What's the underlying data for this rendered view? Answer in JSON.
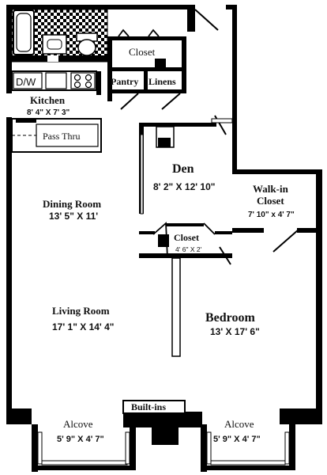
{
  "labels": {
    "closet_top": "Closet",
    "pantry": "Pantry",
    "linens": "Linens",
    "dw": "D/W",
    "kitchen": "Kitchen",
    "kitchen_dims": "8' 4\" X 7' 3\"",
    "pass_thru": "Pass Thru",
    "den": "Den",
    "den_dims": "8' 2\" X 12' 10\"",
    "walkin_line1": "Walk-in",
    "walkin_line2": "Closet",
    "walkin_dims": "7' 10\" x 4' 7\"",
    "dining": "Dining Room",
    "dining_dims": "13' 5\" X 11'",
    "closet_den": "Closet",
    "closet_den_dims": "4' 6\" X 2'",
    "living": "Living Room",
    "living_dims": "17' 1\" X 14' 4\"",
    "bedroom": "Bedroom",
    "bedroom_dims": "13' X 17' 6\"",
    "builtins": "Built-ins",
    "alcove_left": "Alcove",
    "alcove_left_dims": "5' 9\" X 4' 7\"",
    "alcove_right": "Alcove",
    "alcove_right_dims": "5' 9\" X 4' 7\""
  },
  "colors": {
    "wall": "#000000",
    "background": "#ffffff",
    "tile": "#000000"
  }
}
